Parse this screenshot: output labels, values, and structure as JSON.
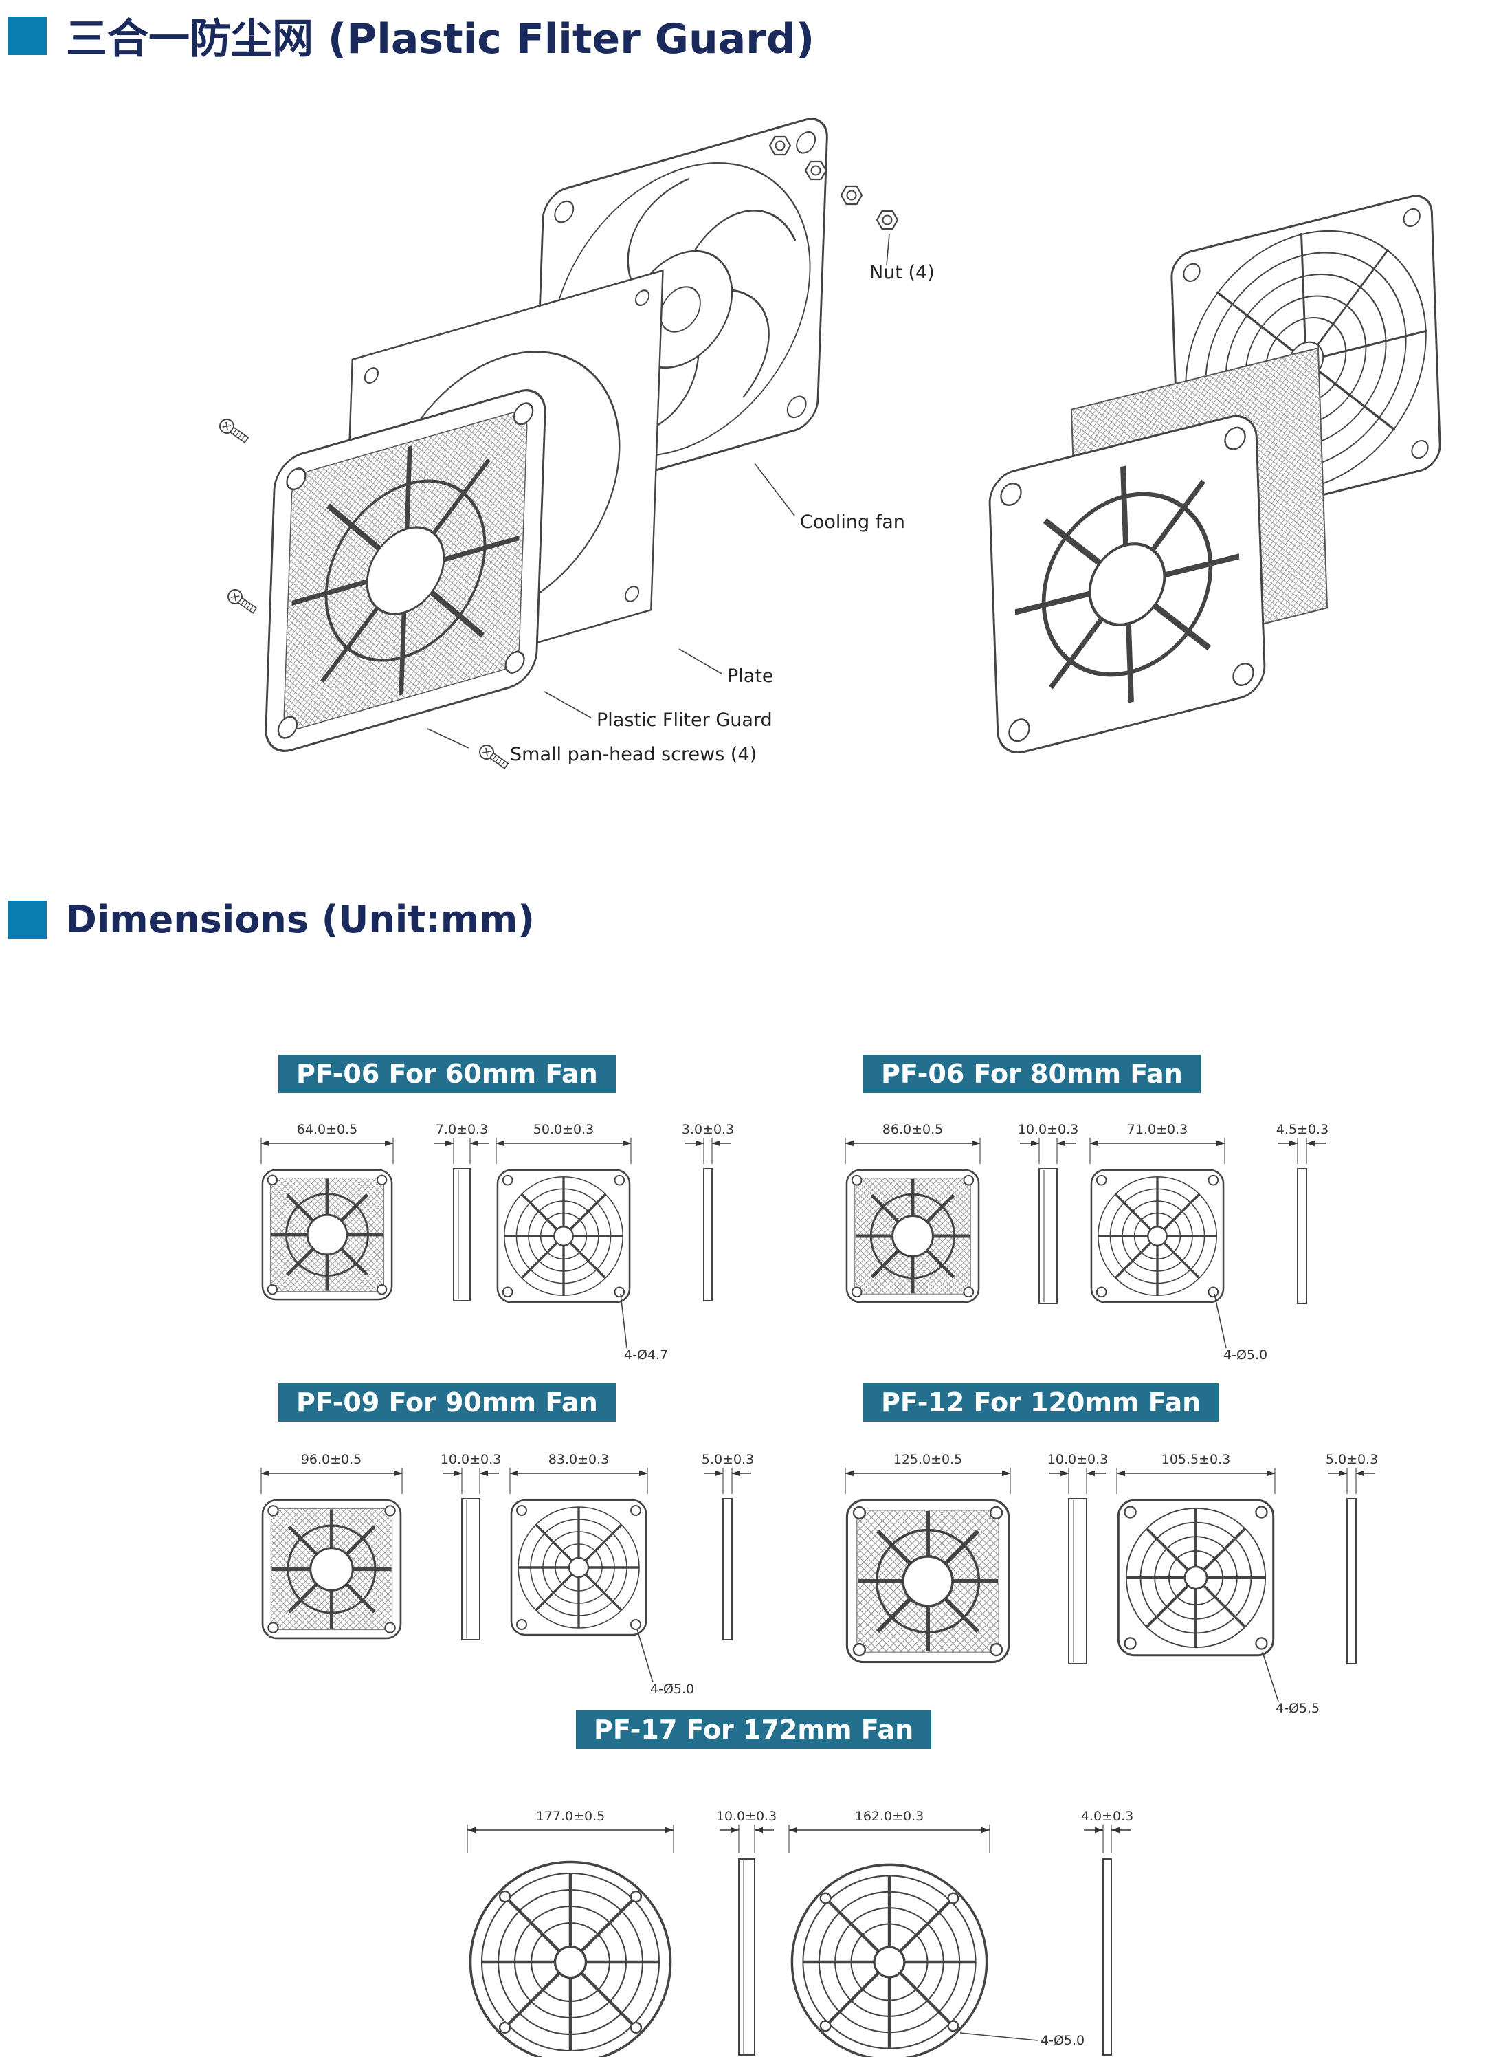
{
  "page": {
    "title": "三合一防尘网  (Plastic Fliter Guard)",
    "dimensions_heading": "Dimensions  (Unit:mm)"
  },
  "colors": {
    "accent_badge": "#23708e",
    "accent_bullet": "#0a7db0",
    "heading": "#1b2a5c"
  },
  "exploded": {
    "labels": {
      "nut": "Nut (4)",
      "cooling_fan": "Cooling fan",
      "plate": "Plate",
      "guard": "Plastic Fliter Guard",
      "screws": "Small pan-head screws (4)"
    }
  },
  "panels": [
    {
      "badge": "PF-06 For 60mm Fan",
      "d1": "64.0±0.5",
      "d2": "7.0±0.3",
      "d3": "50.0±0.3",
      "d4": "3.0±0.3",
      "hole": "4-Ø4.7"
    },
    {
      "badge": "PF-06 For 80mm Fan",
      "d1": "86.0±0.5",
      "d2": "10.0±0.3",
      "d3": "71.0±0.3",
      "d4": "4.5±0.3",
      "hole": "4-Ø5.0"
    },
    {
      "badge": "PF-09 For 90mm Fan",
      "d1": "96.0±0.5",
      "d2": "10.0±0.3",
      "d3": "83.0±0.3",
      "d4": "5.0±0.3",
      "hole": "4-Ø5.0"
    },
    {
      "badge": "PF-12 For 120mm Fan",
      "d1": "125.0±0.5",
      "d2": "10.0±0.3",
      "d3": "105.5±0.3",
      "d4": "5.0±0.3",
      "hole": "4-Ø5.5"
    },
    {
      "badge": "PF-17 For 172mm Fan",
      "d1": "177.0±0.5",
      "d2": "10.0±0.3",
      "d3": "162.0±0.3",
      "d4": "4.0±0.3",
      "hole": "4-Ø5.0"
    }
  ]
}
